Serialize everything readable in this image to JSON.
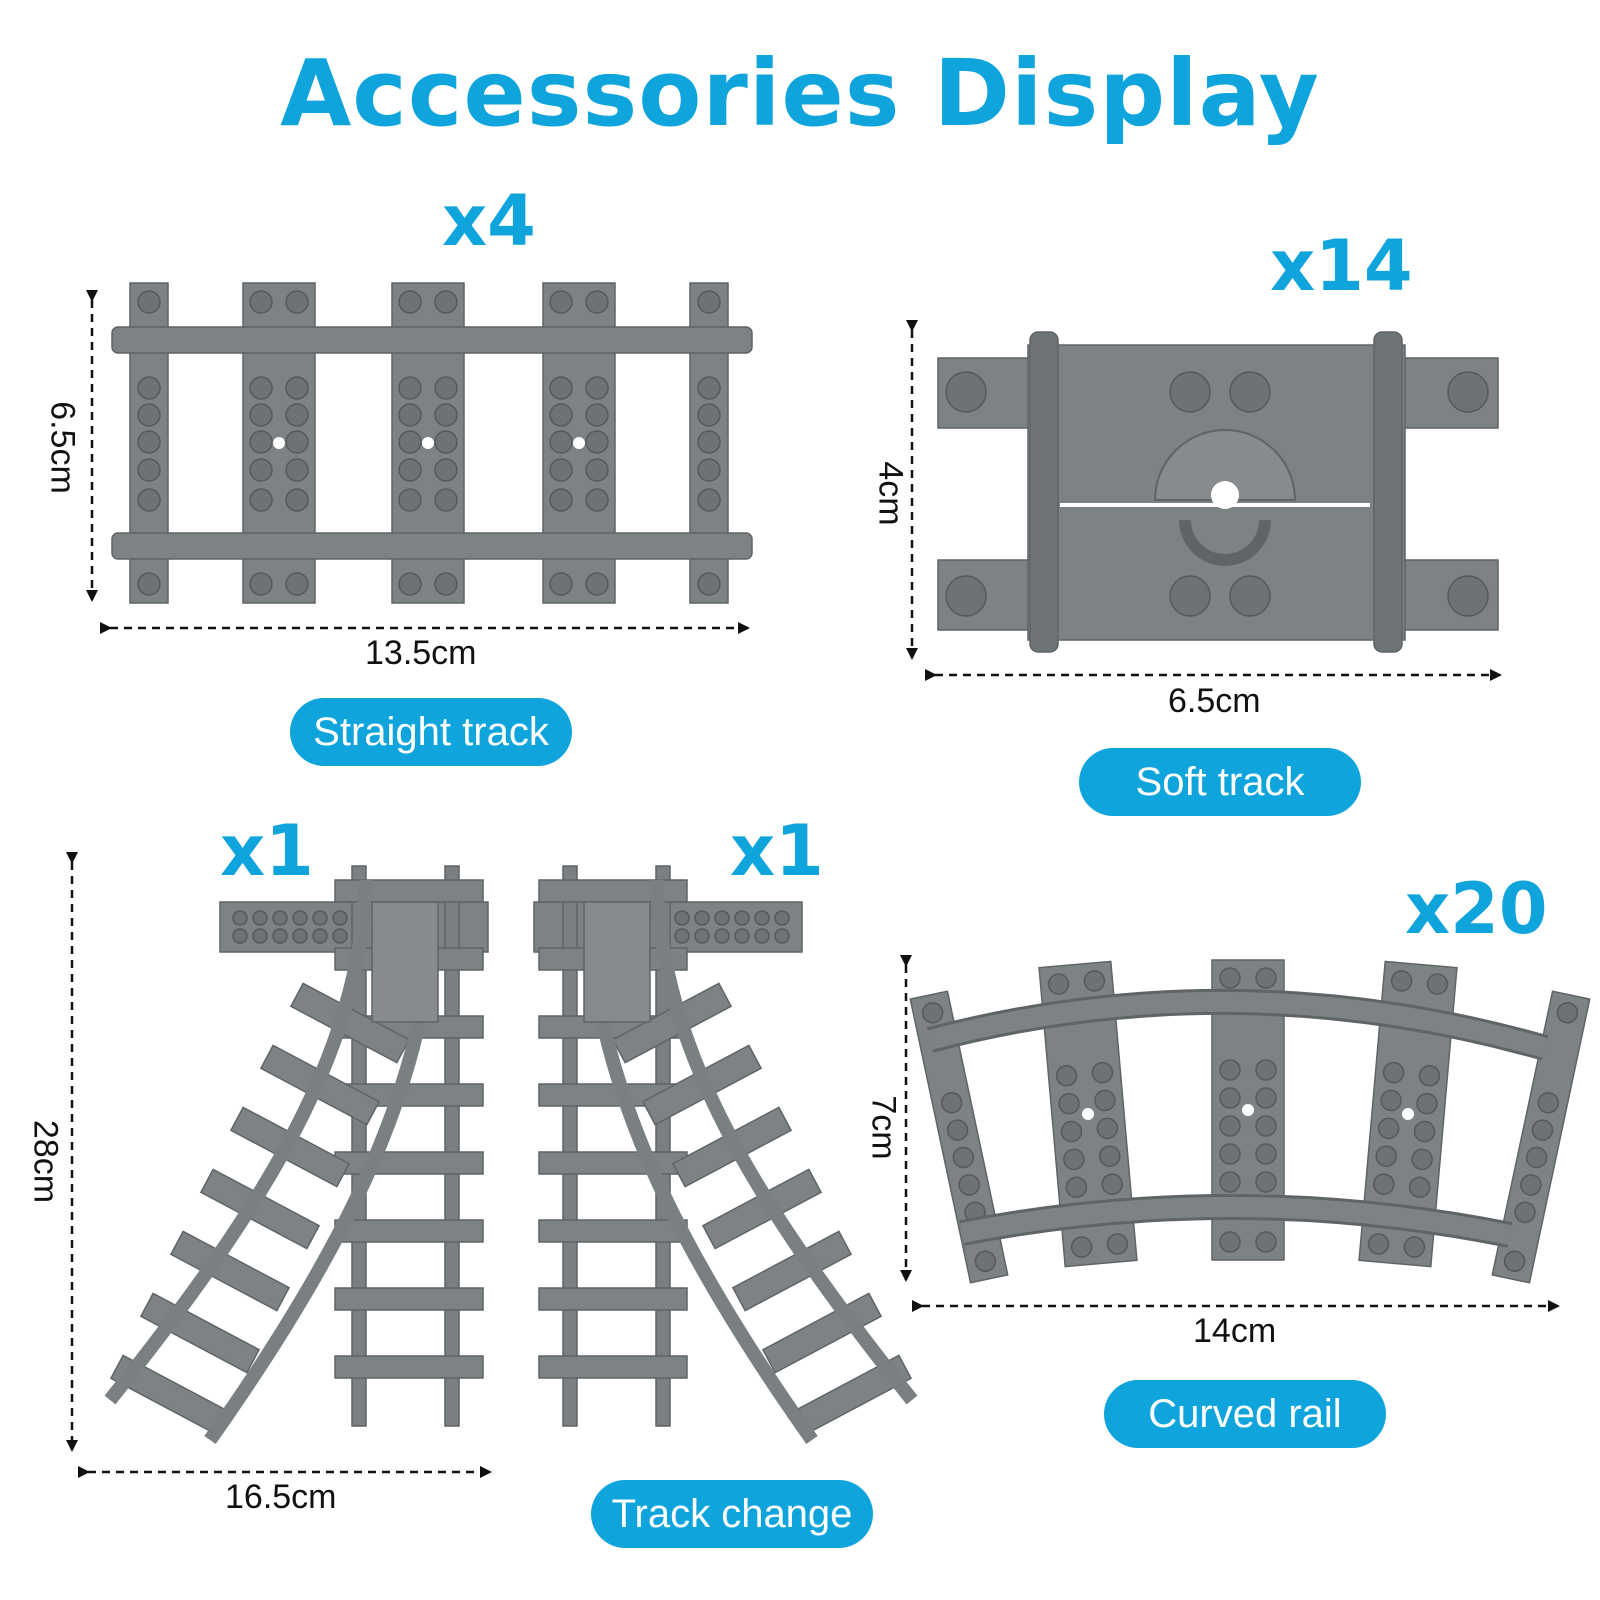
{
  "title": "Accessories Display",
  "colors": {
    "accent": "#0fa5dc",
    "track": "#7d8285",
    "track_dark": "#5f6467",
    "stud": "#6d7275",
    "dim_line": "#111111"
  },
  "items": {
    "straight": {
      "quantity": "x4",
      "width": "13.5cm",
      "height": "6.5cm",
      "label": "Straight track"
    },
    "soft": {
      "quantity": "x14",
      "width": "6.5cm",
      "height": "4cm",
      "label": "Soft track"
    },
    "switch": {
      "quantity_left": "x1",
      "quantity_right": "x1",
      "width": "16.5cm",
      "height": "28cm",
      "label": "Track change"
    },
    "curved": {
      "quantity": "x20",
      "width": "14cm",
      "height": "7cm",
      "label": "Curved rail"
    }
  }
}
